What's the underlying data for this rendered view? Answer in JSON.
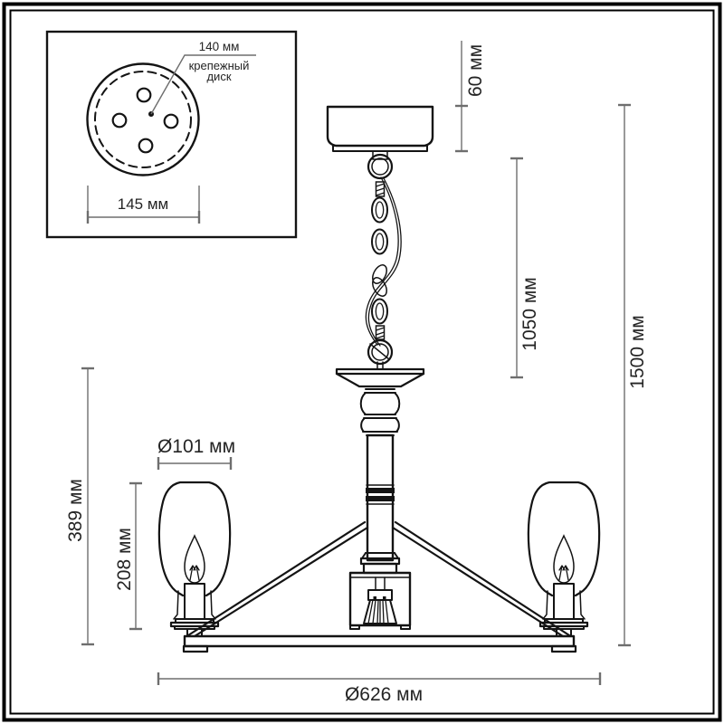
{
  "title": "Chandelier dimension drawing",
  "colors": {
    "background": "#ffffff",
    "drawing_line": "#141414",
    "dimension_line": "#6e6e6e",
    "label_text": "#242424"
  },
  "inset": {
    "leader_label": "140 мм",
    "part_name_line1": "крепежный",
    "part_name_line2": "диск",
    "width_label": "145 мм"
  },
  "dimensions": {
    "canopy_height": "60 мм",
    "suspension_length": "1050 мм",
    "overall_height": "1500 мм",
    "body_height": "389 мм",
    "candle_height": "208 мм",
    "shade_diameter": "Ø101 мм",
    "overall_diameter": "Ø626 мм"
  }
}
